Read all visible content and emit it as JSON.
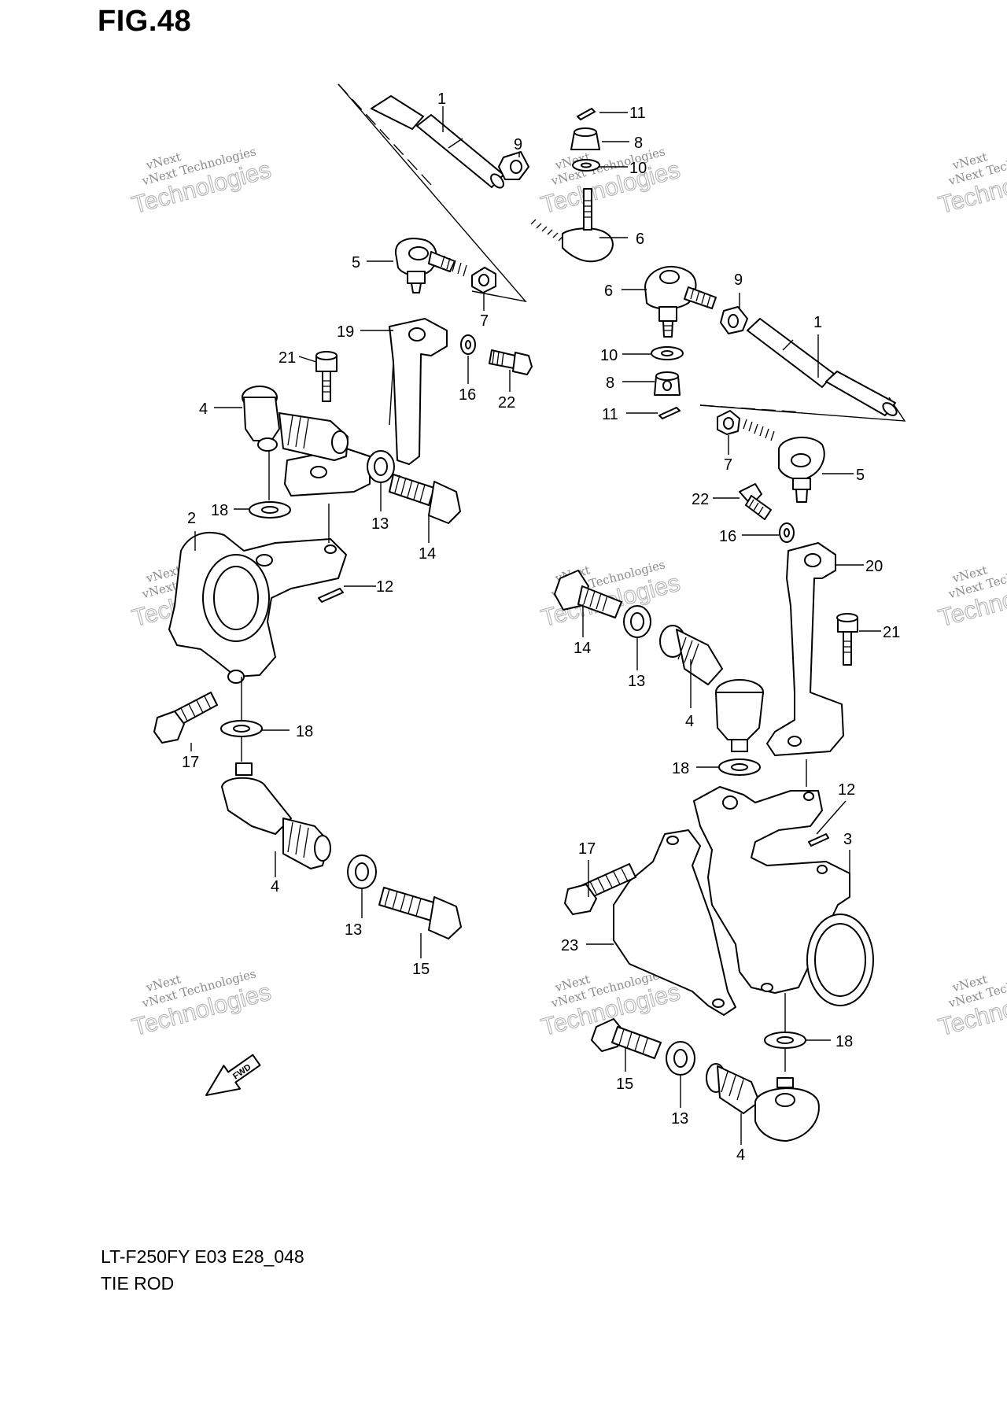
{
  "figure": {
    "title": "FIG.48",
    "model_code": "LT-F250FY E03 E28_048",
    "section_name": "TIE ROD",
    "fwd_label": "FWD"
  },
  "watermark": {
    "line1": "vNext Technologies",
    "line2": "Technologies",
    "line3": "vNext"
  },
  "callouts": [
    {
      "id": "c1a",
      "number": "1"
    },
    {
      "id": "c11a",
      "number": "11"
    },
    {
      "id": "c8a",
      "number": "8"
    },
    {
      "id": "c9a",
      "number": "9"
    },
    {
      "id": "c10a",
      "number": "10"
    },
    {
      "id": "c6a",
      "number": "6"
    },
    {
      "id": "c5a",
      "number": "5"
    },
    {
      "id": "c7a",
      "number": "7"
    },
    {
      "id": "c19",
      "number": "19"
    },
    {
      "id": "c21a",
      "number": "21"
    },
    {
      "id": "c16a",
      "number": "16"
    },
    {
      "id": "c22a",
      "number": "22"
    },
    {
      "id": "c4a",
      "number": "4"
    },
    {
      "id": "c18a",
      "number": "18"
    },
    {
      "id": "c2",
      "number": "2"
    },
    {
      "id": "c13a",
      "number": "13"
    },
    {
      "id": "c14a",
      "number": "14"
    },
    {
      "id": "c12a",
      "number": "12"
    },
    {
      "id": "c17a",
      "number": "17"
    },
    {
      "id": "c18b",
      "number": "18"
    },
    {
      "id": "c4b",
      "number": "4"
    },
    {
      "id": "c13b",
      "number": "13"
    },
    {
      "id": "c15a",
      "number": "15"
    },
    {
      "id": "c6b",
      "number": "6"
    },
    {
      "id": "c9b",
      "number": "9"
    },
    {
      "id": "c1b",
      "number": "1"
    },
    {
      "id": "c10b",
      "number": "10"
    },
    {
      "id": "c8b",
      "number": "8"
    },
    {
      "id": "c11b",
      "number": "11"
    },
    {
      "id": "c7b",
      "number": "7"
    },
    {
      "id": "c5b",
      "number": "5"
    },
    {
      "id": "c22b",
      "number": "22"
    },
    {
      "id": "c16b",
      "number": "16"
    },
    {
      "id": "c20",
      "number": "20"
    },
    {
      "id": "c21b",
      "number": "21"
    },
    {
      "id": "c14b",
      "number": "14"
    },
    {
      "id": "c13c",
      "number": "13"
    },
    {
      "id": "c4c",
      "number": "4"
    },
    {
      "id": "c18c",
      "number": "18"
    },
    {
      "id": "c12b",
      "number": "12"
    },
    {
      "id": "c17b",
      "number": "17"
    },
    {
      "id": "c3",
      "number": "3"
    },
    {
      "id": "c23",
      "number": "23"
    },
    {
      "id": "c18d",
      "number": "18"
    },
    {
      "id": "c15b",
      "number": "15"
    },
    {
      "id": "c13d",
      "number": "13"
    },
    {
      "id": "c4d",
      "number": "4"
    }
  ]
}
